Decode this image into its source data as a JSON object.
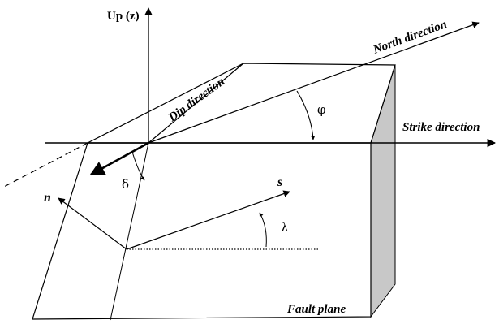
{
  "labels": {
    "up_axis": "Up (z)",
    "north": "North direction",
    "dip": "Dip direction",
    "strike": "Strike direction",
    "phi": "φ",
    "delta": "δ",
    "n_vector": "n",
    "s_vector": "s",
    "lambda": "λ",
    "fault_plane": "Fault plane"
  },
  "colors": {
    "line": "#000000",
    "side_face": "#c8c8c8",
    "background": "#ffffff"
  }
}
